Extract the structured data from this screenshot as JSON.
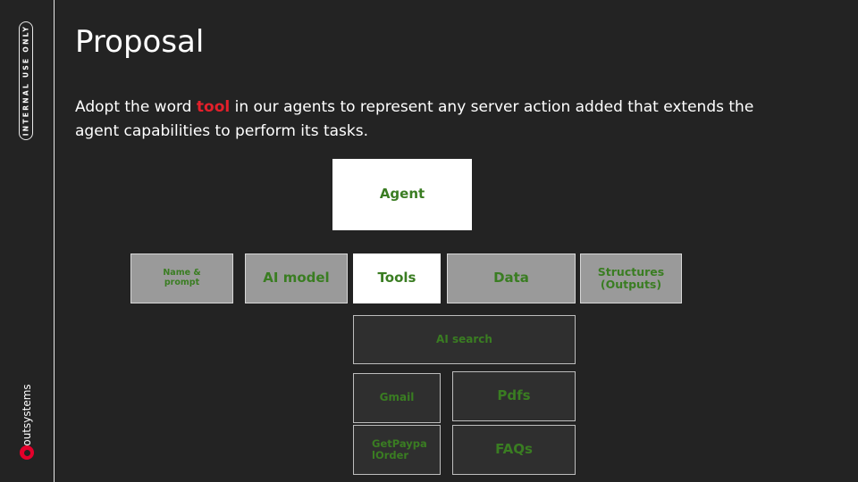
{
  "sidebar": {
    "badge_text": "INTERNAL USE ONLY",
    "brand_name": "outsystems"
  },
  "slide": {
    "title": "Proposal",
    "description": {
      "before": "Adopt the word ",
      "highlight": "tool",
      "after": " in our agents to represent any server action added that extends the agent capabilities to perform its tasks."
    }
  },
  "diagram": {
    "root": "Agent",
    "row": [
      "Name & prompt",
      "AI model",
      "Tools",
      "Data",
      "Structures (Outputs)"
    ],
    "tools": [
      "AI search",
      "Gmail",
      "Pdfs",
      "GetPaypalOrder",
      "FAQs"
    ]
  },
  "colors": {
    "background": "#232323",
    "accent_red": "#e4202b",
    "box_text_green": "#3a7d22",
    "box_gray": "#9a9a9a",
    "box_dark": "#2f2f2f"
  }
}
